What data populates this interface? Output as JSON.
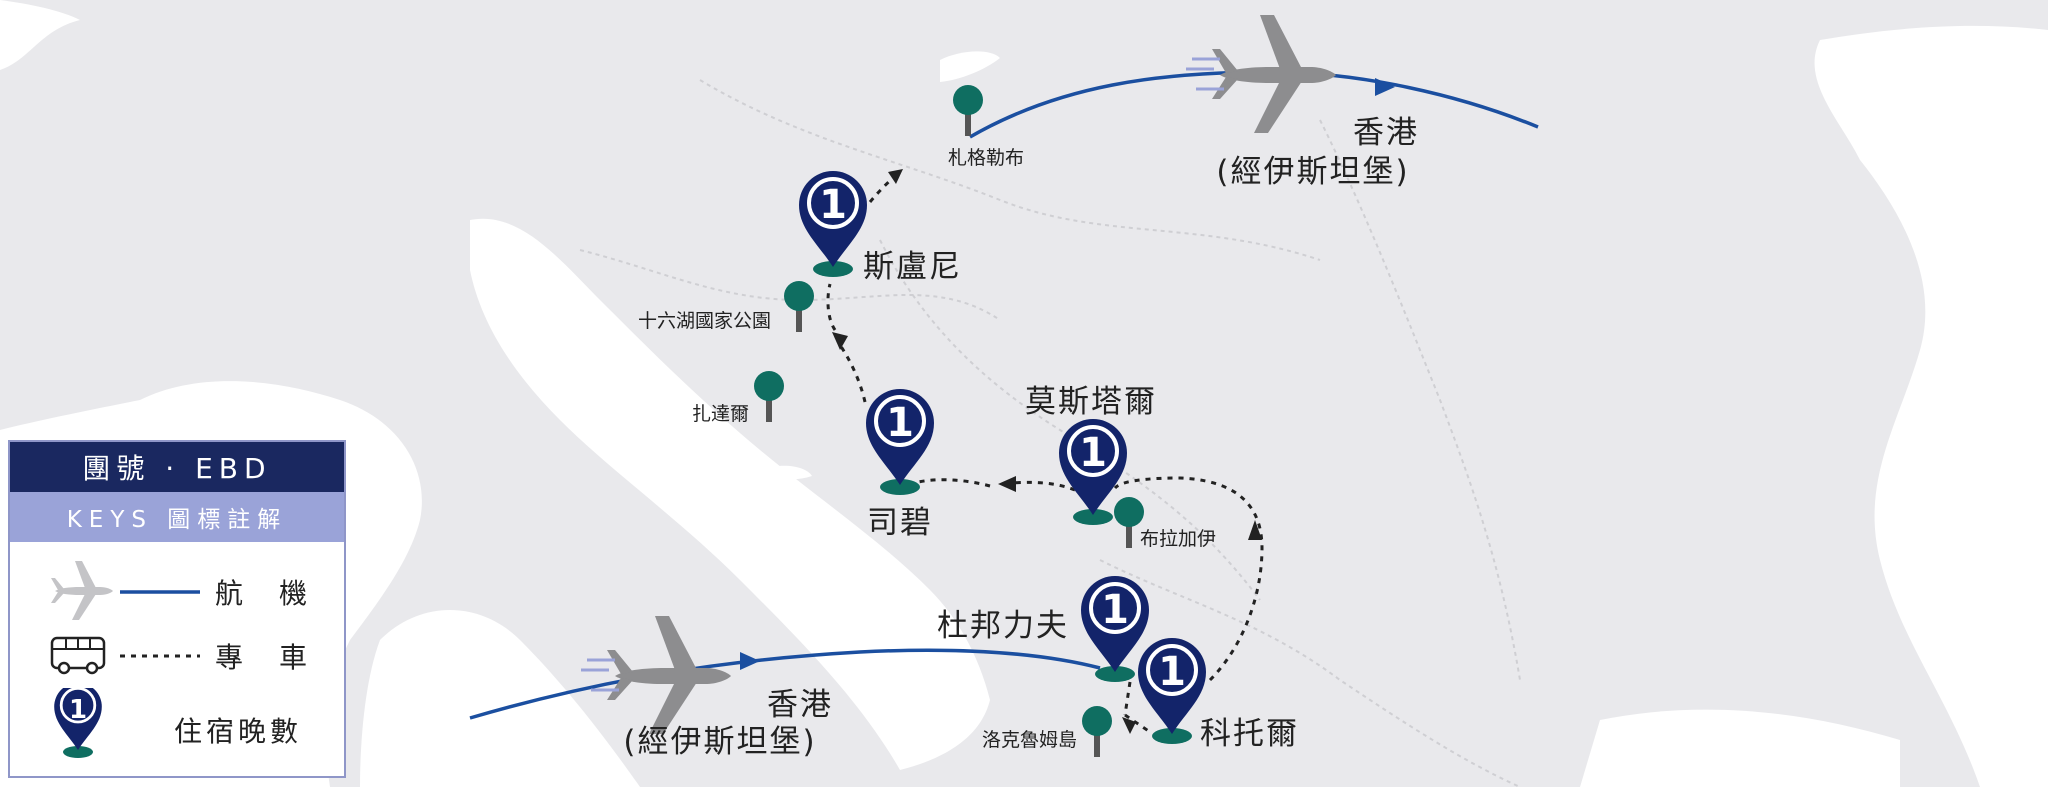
{
  "legend": {
    "title": "團號 · EBD",
    "subtitle": "KEYS 圖標註解",
    "flight_label": "航　機",
    "bus_label": "專　車",
    "nights_label": "住宿晚數",
    "legend_pin_number": "1"
  },
  "cities": [
    {
      "id": "sarajevo-origin",
      "name": "香港",
      "sub": "(經伊斯坦堡)"
    },
    {
      "id": "hk-dest",
      "name": "香港",
      "sub": "(經伊斯坦堡)"
    },
    {
      "id": "slunj",
      "name": "斯盧尼",
      "nights": "1"
    },
    {
      "id": "split",
      "name": "司碧",
      "nights": "1"
    },
    {
      "id": "mostar",
      "name": "莫斯塔爾",
      "nights": "1"
    },
    {
      "id": "dubrovnik",
      "name": "杜邦力夫",
      "nights": "1"
    },
    {
      "id": "kotor",
      "name": "科托爾",
      "nights": "1"
    }
  ],
  "stops": [
    {
      "id": "zagreb",
      "name": "札格勒布"
    },
    {
      "id": "plitvice",
      "name": "十六湖國家公園"
    },
    {
      "id": "zadar",
      "name": "扎達爾"
    },
    {
      "id": "sarajevo",
      "name": "布拉加伊"
    },
    {
      "id": "lokrum",
      "name": "洛克魯姆島"
    }
  ],
  "colors": {
    "pin": "#13246a",
    "stop": "#0f6e61",
    "flight": "#1b4fa0",
    "route": "#222222",
    "land": "#e9e9ec",
    "sea": "#ffffff"
  },
  "icons": {
    "plane": "plane-icon",
    "bus": "bus-icon",
    "pin": "location-pin-icon"
  }
}
